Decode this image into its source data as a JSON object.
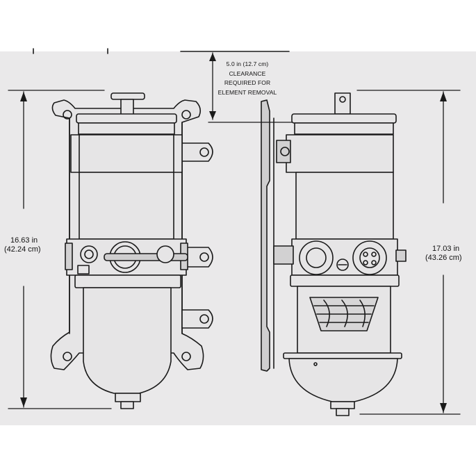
{
  "figure": {
    "clearance": {
      "line1": "5.0 in (12.7 cm)",
      "line2": "CLEARANCE",
      "line3": "REQUIRED FOR",
      "line4": "ELEMENT REMOVAL"
    },
    "left_dimension": {
      "imperial": "16.63 in",
      "metric": "(42.24 cm)"
    },
    "right_dimension": {
      "imperial": "17.03 in",
      "metric": "(43.26 cm)"
    }
  },
  "colors": {
    "panel_background": "#eae9ea",
    "line": "#1a1a1a",
    "body_fill": "#e6e5e6"
  }
}
